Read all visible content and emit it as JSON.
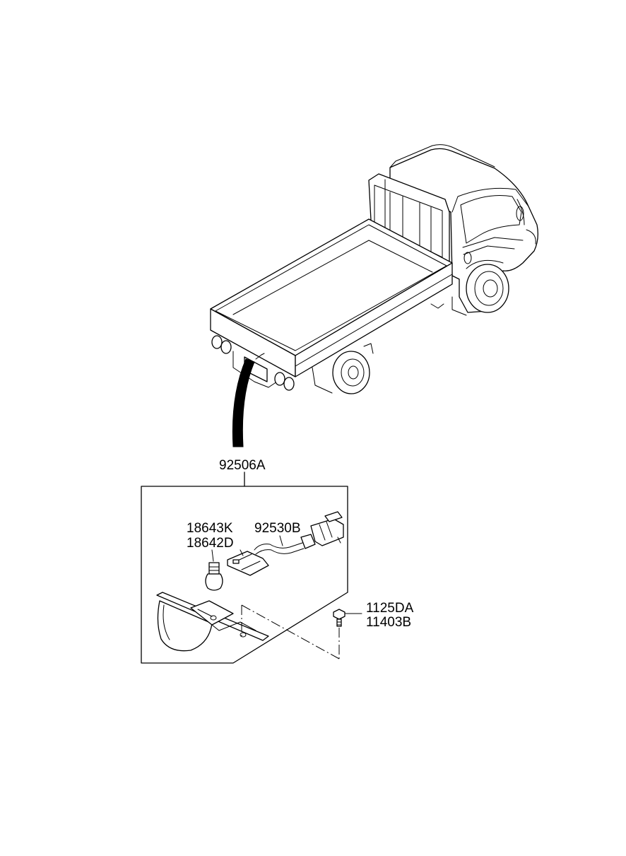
{
  "labels": {
    "assembly": "92506A",
    "bulb_1": "18643K",
    "bulb_2": "18642D",
    "wiring": "92530B",
    "screw_1": "1125DA",
    "screw_2": "11403B"
  }
}
